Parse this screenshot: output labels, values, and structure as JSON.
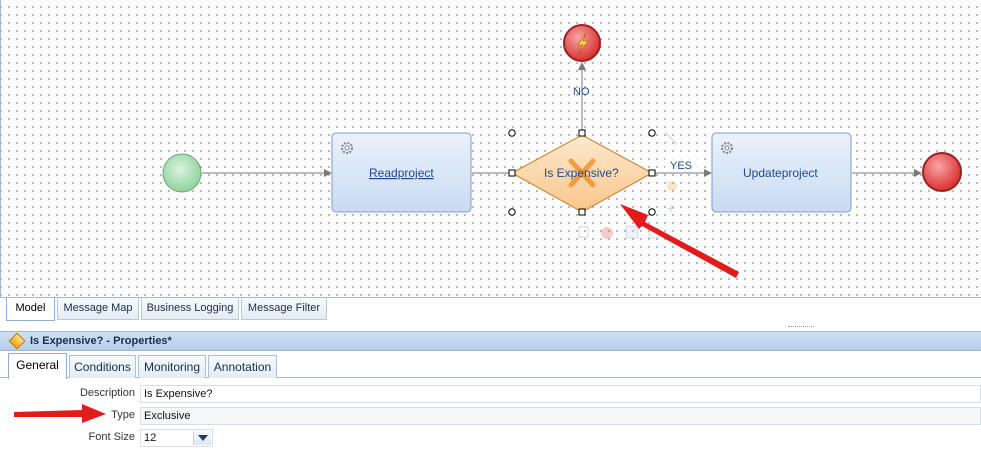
{
  "diagram": {
    "tasks": [
      {
        "label": "Readproject"
      },
      {
        "label": "Updateproject"
      }
    ],
    "gateway": {
      "label": "Is Expensive?"
    },
    "flow_labels": {
      "no": "NO",
      "yes": "YES"
    }
  },
  "editor_tabs": [
    {
      "label": "Model",
      "active": true
    },
    {
      "label": "Message Map",
      "active": false
    },
    {
      "label": "Business Logging",
      "active": false
    },
    {
      "label": "Message Filter",
      "active": false
    }
  ],
  "properties": {
    "title": "Is Expensive? - Properties*",
    "tabs": [
      {
        "label": "General",
        "active": true
      },
      {
        "label": "Conditions",
        "active": false
      },
      {
        "label": "Monitoring",
        "active": false
      },
      {
        "label": "Annotation",
        "active": false
      }
    ],
    "fields": {
      "description": {
        "label": "Description",
        "value": "Is Expensive?"
      },
      "type": {
        "label": "Type",
        "value": "Exclusive"
      },
      "font_size": {
        "label": "Font Size",
        "value": "12"
      }
    }
  },
  "colors": {
    "task_fill": "#dbe8f8",
    "task_border": "#7c9bc9",
    "gateway_fill": "#fcd9b0",
    "gateway_border": "#c98a3c",
    "start_event": "#9fdcaa",
    "end_event": "#e44b4b",
    "callout_arrow": "#e21b1b"
  }
}
